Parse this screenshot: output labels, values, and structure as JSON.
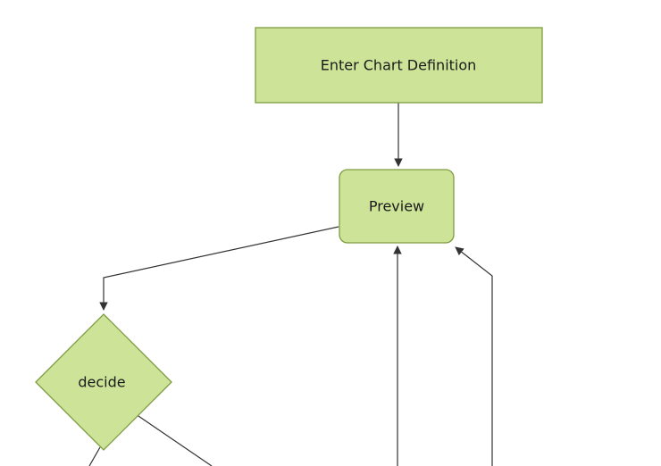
{
  "style": {
    "background": "#ffffff",
    "node_fill": "#cde498",
    "node_stroke": "#7e9c41",
    "edge_color": "#333333",
    "text_color": "#1a1a1a"
  },
  "nodes": {
    "enter_chart_definition": {
      "label": "Enter Chart Definition",
      "shape": "rect"
    },
    "preview": {
      "label": "Preview",
      "shape": "rounded-rect"
    },
    "decide": {
      "label": "decide",
      "shape": "diamond"
    }
  }
}
